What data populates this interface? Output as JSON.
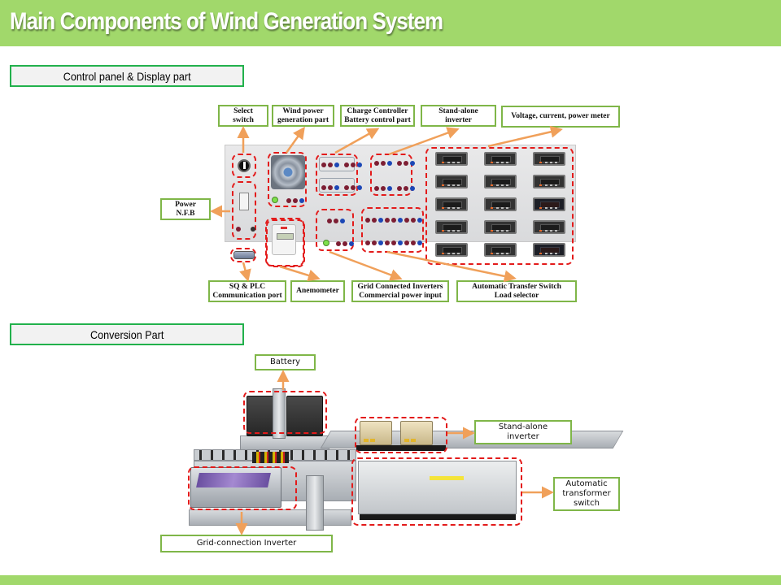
{
  "header": {
    "title": "Main Components of Wind Generation System"
  },
  "sections": {
    "control_panel": {
      "title": "Control panel & Display part",
      "callouts": {
        "select_switch": "Select\nswitch",
        "wind_power": "Wind power\ngeneration part",
        "charge_controller": "Charge Controller\nBattery control part",
        "standalone_inverter": "Stand-alone\ninverter",
        "meters": "Voltage, current, power meter",
        "power_nfb": "Power\nN.F.B",
        "sq_plc": "SQ & PLC\nCommunication port",
        "anemometer": "Anemometer",
        "grid_inverters": "Grid Connected Inverters\nCommercial power input",
        "ats_load": "Automatic Transfer Switch\nLoad selector"
      }
    },
    "conversion": {
      "title": "Conversion  Part",
      "callouts": {
        "battery": "Battery",
        "standalone_inverter": "Stand-alone\ninverter",
        "ats": "Automatic\ntransformer\nswitch",
        "grid_inverter": "Grid-connection  Inverter"
      }
    }
  },
  "colors": {
    "header_green": "#a1d86b",
    "section_border": "#22b14c",
    "callout_border": "#7fb648",
    "highlight_dash": "#e31b1b",
    "arrow": "#f0a05a"
  }
}
